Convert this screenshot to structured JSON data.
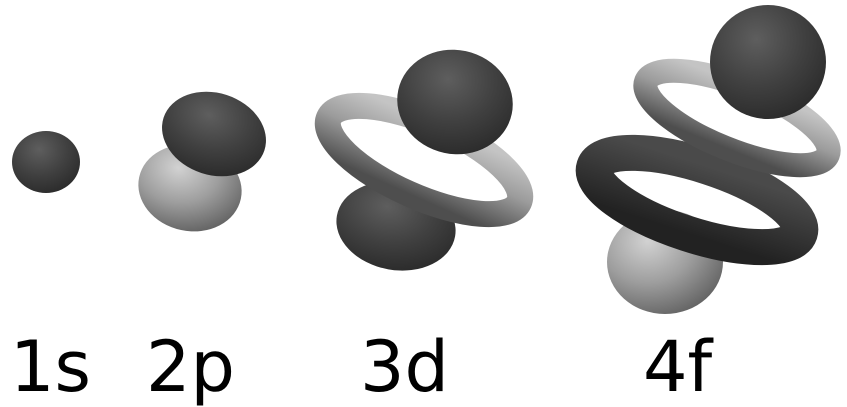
{
  "orbitals": [
    {
      "label": "1s"
    },
    {
      "label": "2p"
    },
    {
      "label": "3d"
    },
    {
      "label": "4f"
    }
  ],
  "colors": {
    "dark_lobe": "#3f3f3f",
    "light_lobe": "#9a9a9a",
    "label": "#000000",
    "background": "#ffffff"
  }
}
